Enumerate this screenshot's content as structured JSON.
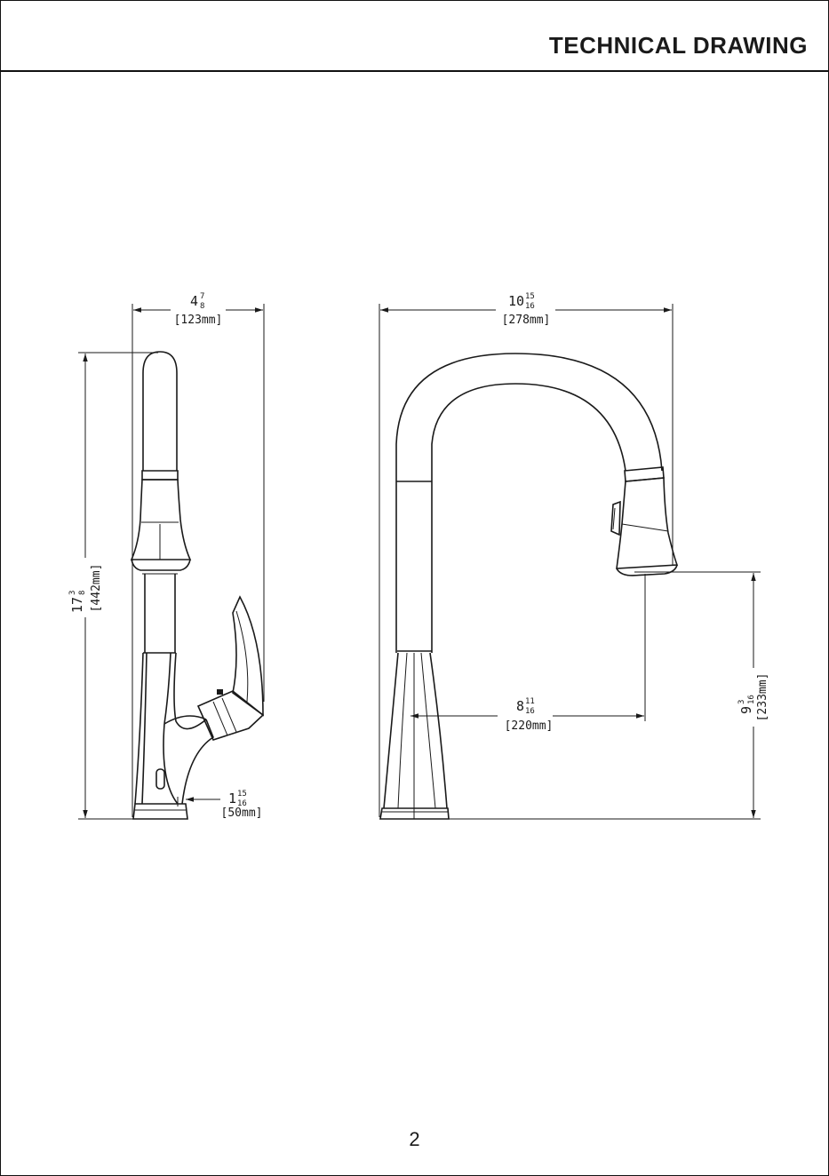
{
  "header": {
    "title": "TECHNICAL DRAWING"
  },
  "side_view": {
    "width_in": {
      "whole": "4",
      "num": "7",
      "den": "8"
    },
    "width_mm": "[123mm]",
    "height_in": {
      "whole": "17",
      "num": "3",
      "den": "8"
    },
    "height_mm": "[442mm]",
    "base_in": {
      "whole": "1",
      "num": "15",
      "den": "16"
    },
    "base_mm": "[50mm]"
  },
  "front_view": {
    "width_in": {
      "whole": "10",
      "num": "15",
      "den": "16"
    },
    "width_mm": "[278mm]",
    "reach_in": {
      "whole": "8",
      "num": "11",
      "den": "16"
    },
    "reach_mm": "[220mm]",
    "clearance_in": {
      "whole": "9",
      "num": "3",
      "den": "16"
    },
    "clearance_mm": "[233mm]"
  },
  "footer": {
    "page_number": "2"
  }
}
